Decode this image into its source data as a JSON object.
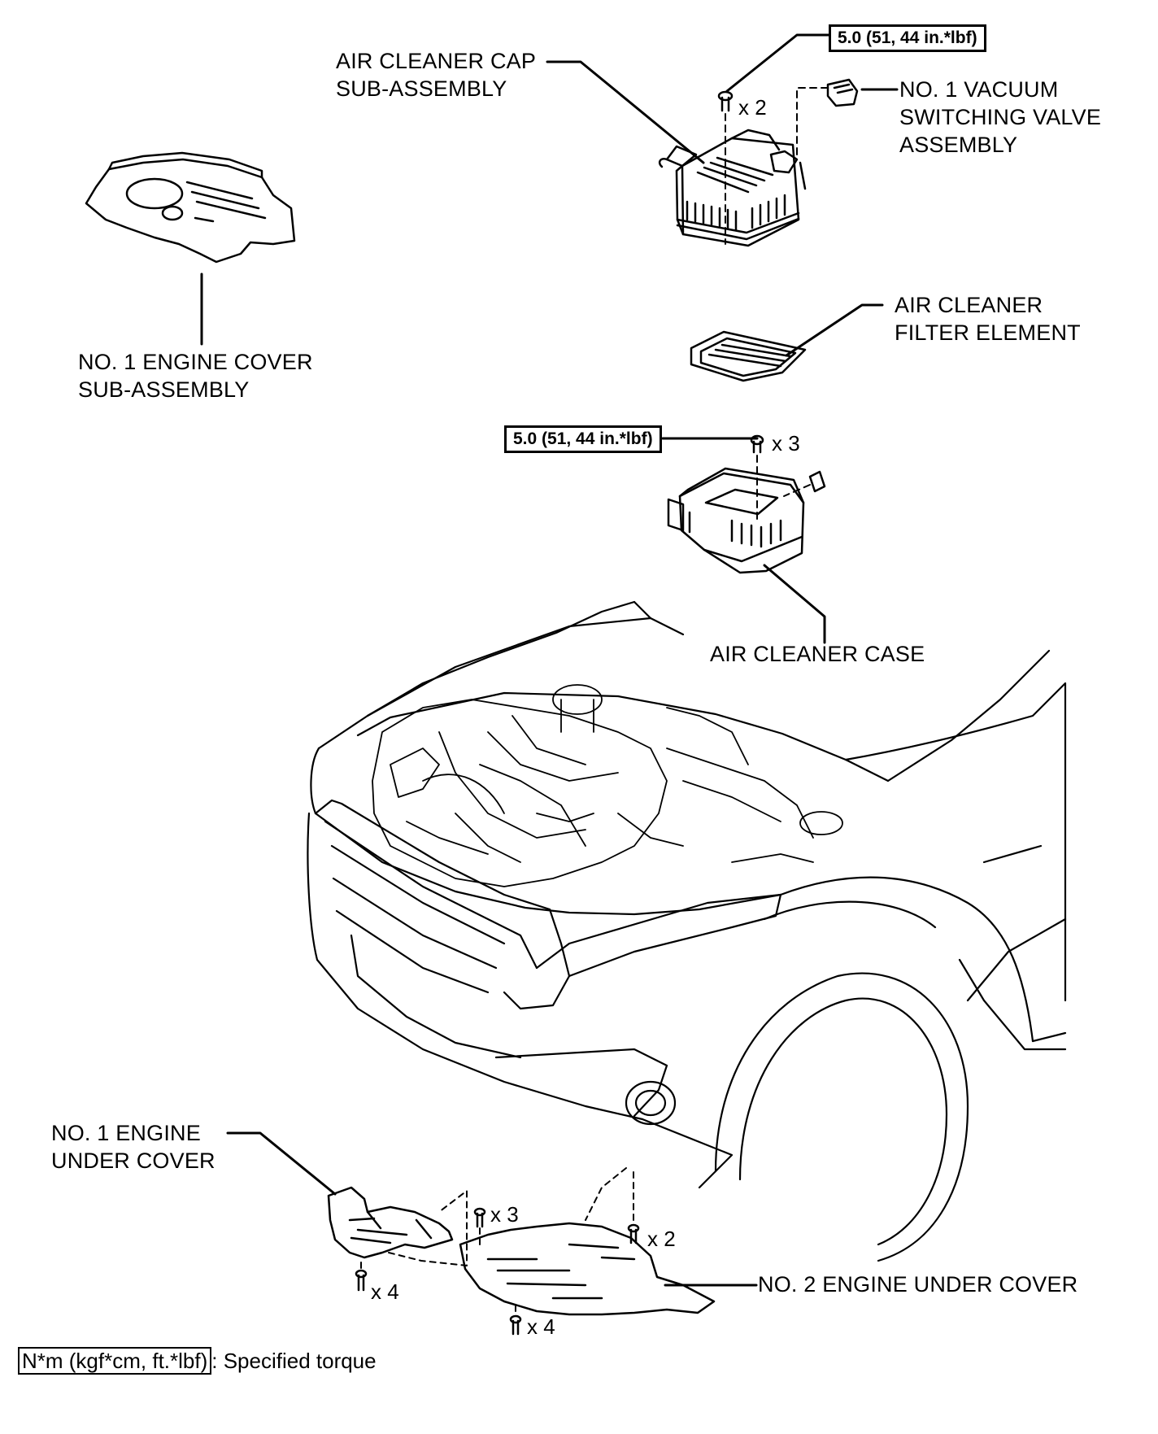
{
  "labels": {
    "air_cleaner_cap": [
      "AIR CLEANER CAP",
      "SUB-ASSEMBLY"
    ],
    "vacuum_valve": [
      "NO. 1 VACUUM",
      "SWITCHING VALVE",
      "ASSEMBLY"
    ],
    "engine_cover": [
      "NO. 1 ENGINE COVER",
      "SUB-ASSEMBLY"
    ],
    "filter_element": [
      "AIR CLEANER",
      "FILTER ELEMENT"
    ],
    "air_cleaner_case": "AIR CLEANER CASE",
    "under_cover_1": [
      "NO. 1 ENGINE",
      "UNDER COVER"
    ],
    "under_cover_2": "NO. 2 ENGINE UNDER COVER"
  },
  "torque": {
    "cap": "5.0 (51, 44 in.*lbf)",
    "case": "5.0 (51, 44 in.*lbf)"
  },
  "quantities": {
    "cap_bolts": "x 2",
    "case_bolts": "x 3",
    "under1_left": "x 4",
    "under1_mid": "x 3",
    "under2_right": "x 2",
    "under2_bottom": "x 4"
  },
  "legend": {
    "unit": "N*m (kgf*cm, ft.*lbf)",
    "text": ": Specified torque"
  }
}
